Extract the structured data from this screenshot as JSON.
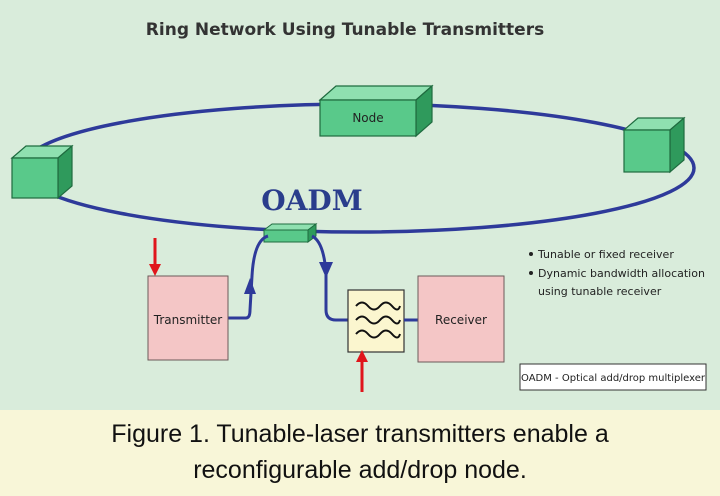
{
  "title": "Ring Network Using Tunable Transmitters",
  "nodes": {
    "top_label": "Node"
  },
  "oadm_label": "OADM",
  "transmitter_label": "Transmitter",
  "receiver_label": "Receiver",
  "notes": [
    "Tunable or fixed receiver",
    "Dynamic bandwidth allocation",
    "using tunable receiver"
  ],
  "legend_box": "OADM - Optical add/drop multiplexer",
  "caption": {
    "line1": "Figure 1. Tunable-laser transmitters enable a",
    "line2": "reconfigurable add/drop node."
  },
  "colors": {
    "ring": "#2e3a9a",
    "node_fill": "#59c98a",
    "box_fill": "#f4c6c6",
    "arrow_red": "#e0151b"
  }
}
